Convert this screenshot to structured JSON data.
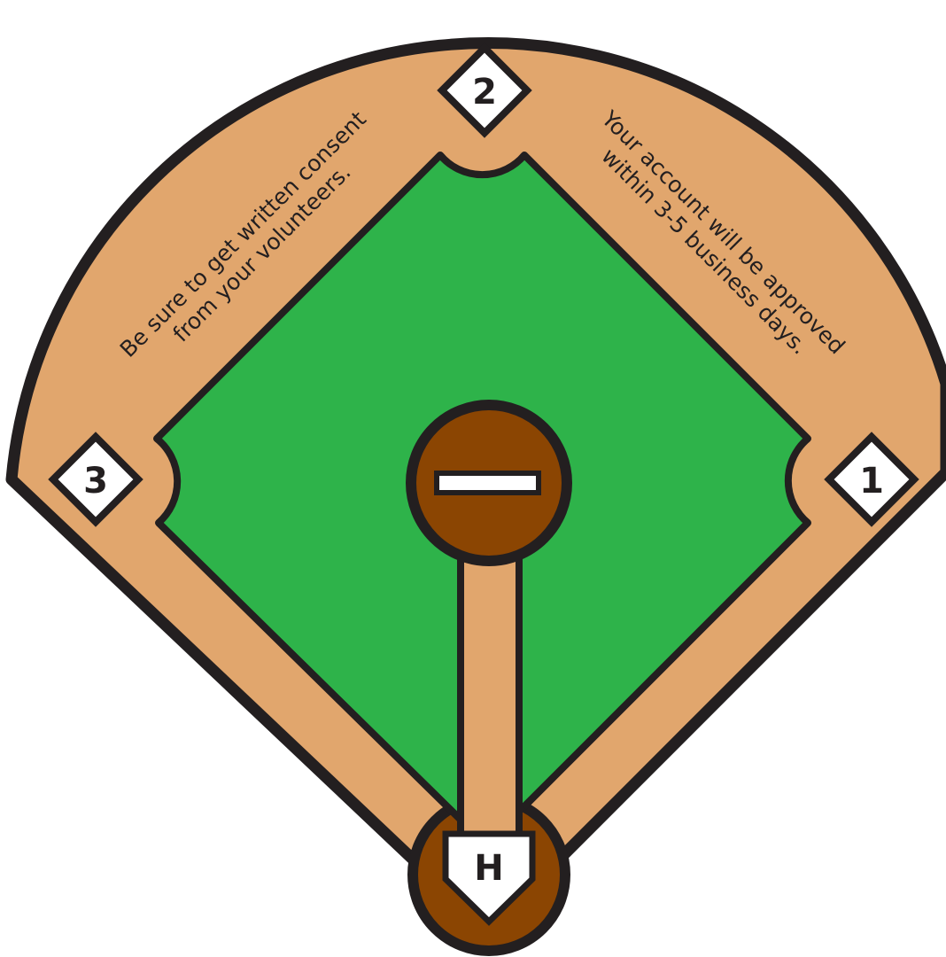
{
  "colors": {
    "dirt": "#E1A66D",
    "grass": "#2EB34A",
    "mound": "#8B4502",
    "outline": "#231F20",
    "base_fill": "#FFFFFF"
  },
  "bases": {
    "first": "1",
    "second": "2",
    "third": "3",
    "home": "H"
  },
  "notes": {
    "left": [
      "Be sure to get written consent",
      "from your volunteers."
    ],
    "right": [
      "Your account will be approved",
      "within 3-5 business days."
    ]
  }
}
